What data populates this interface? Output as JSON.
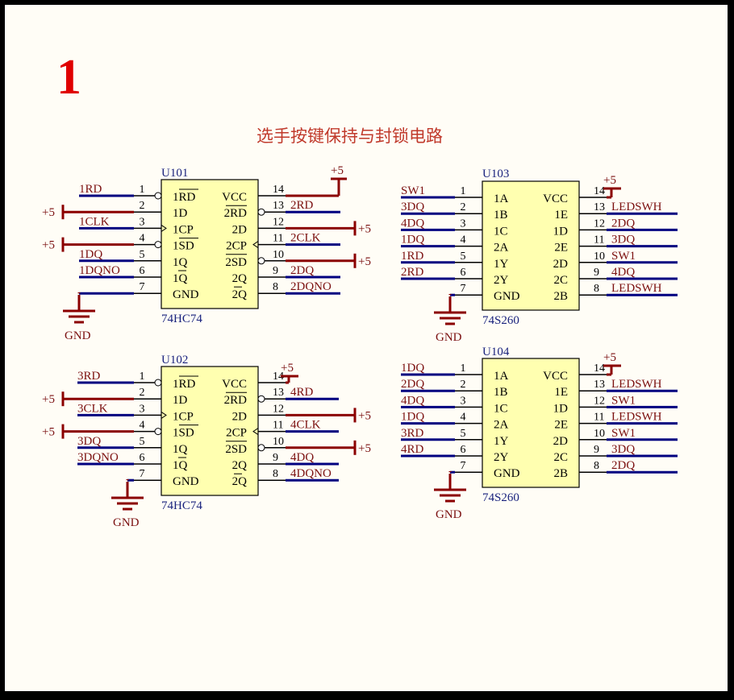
{
  "sheet": {
    "number": "1",
    "title": "选手按键保持与封锁电路"
  },
  "power": {
    "vcc": "+5",
    "gnd": "GND"
  },
  "chips": [
    {
      "ref": "U101",
      "part": "74HC74",
      "left_pins": [
        {
          "num": "1",
          "name": "1RD",
          "net": "1RD"
        },
        {
          "num": "2",
          "name": "1D",
          "net": "+5"
        },
        {
          "num": "3",
          "name": "1CP",
          "net": "1CLK"
        },
        {
          "num": "4",
          "name": "1SD",
          "net": "+5"
        },
        {
          "num": "5",
          "name": "1Q",
          "net": "1DQ"
        },
        {
          "num": "6",
          "name": "1Q",
          "net": "1DQNO"
        },
        {
          "num": "7",
          "name": "GND",
          "net": "GND"
        }
      ],
      "right_pins": [
        {
          "num": "14",
          "name": "VCC",
          "net": "+5"
        },
        {
          "num": "13",
          "name": "2RD",
          "net": "2RD"
        },
        {
          "num": "12",
          "name": "2D",
          "net": "+5"
        },
        {
          "num": "11",
          "name": "2CP",
          "net": "2CLK"
        },
        {
          "num": "10",
          "name": "2SD",
          "net": "+5"
        },
        {
          "num": "9",
          "name": "2Q",
          "net": "2DQ"
        },
        {
          "num": "8",
          "name": "2Q",
          "net": "2DQNO"
        }
      ]
    },
    {
      "ref": "U102",
      "part": "74HC74",
      "left_pins": [
        {
          "num": "1",
          "name": "1RD",
          "net": "3RD"
        },
        {
          "num": "2",
          "name": "1D",
          "net": "+5"
        },
        {
          "num": "3",
          "name": "1CP",
          "net": "3CLK"
        },
        {
          "num": "4",
          "name": "1SD",
          "net": "+5"
        },
        {
          "num": "5",
          "name": "1Q",
          "net": "3DQ"
        },
        {
          "num": "6",
          "name": "1Q",
          "net": "3DQNO"
        },
        {
          "num": "7",
          "name": "GND",
          "net": "GND"
        }
      ],
      "right_pins": [
        {
          "num": "14",
          "name": "VCC",
          "net": "+5"
        },
        {
          "num": "13",
          "name": "2RD",
          "net": "4RD"
        },
        {
          "num": "12",
          "name": "2D",
          "net": "+5"
        },
        {
          "num": "11",
          "name": "2CP",
          "net": "4CLK"
        },
        {
          "num": "10",
          "name": "2SD",
          "net": "+5"
        },
        {
          "num": "9",
          "name": "2Q",
          "net": "4DQ"
        },
        {
          "num": "8",
          "name": "2Q",
          "net": "4DQNO"
        }
      ]
    },
    {
      "ref": "U103",
      "part": "74S260",
      "left_pins": [
        {
          "num": "1",
          "name": "1A",
          "net": "SW1"
        },
        {
          "num": "2",
          "name": "1B",
          "net": "3DQ"
        },
        {
          "num": "3",
          "name": "1C",
          "net": "4DQ"
        },
        {
          "num": "4",
          "name": "2A",
          "net": "1DQ"
        },
        {
          "num": "5",
          "name": "1Y",
          "net": "1RD"
        },
        {
          "num": "6",
          "name": "2Y",
          "net": "2RD"
        },
        {
          "num": "7",
          "name": "GND",
          "net": "GND"
        }
      ],
      "right_pins": [
        {
          "num": "14",
          "name": "VCC",
          "net": "+5"
        },
        {
          "num": "13",
          "name": "1E",
          "net": "LEDSWH"
        },
        {
          "num": "12",
          "name": "1D",
          "net": "2DQ"
        },
        {
          "num": "11",
          "name": "2E",
          "net": "3DQ"
        },
        {
          "num": "10",
          "name": "2D",
          "net": "SW1"
        },
        {
          "num": "9",
          "name": "2C",
          "net": "4DQ"
        },
        {
          "num": "8",
          "name": "2B",
          "net": "LEDSWH"
        }
      ]
    },
    {
      "ref": "U104",
      "part": "74S260",
      "left_pins": [
        {
          "num": "1",
          "name": "1A",
          "net": "1DQ"
        },
        {
          "num": "2",
          "name": "1B",
          "net": "2DQ"
        },
        {
          "num": "3",
          "name": "1C",
          "net": "4DQ"
        },
        {
          "num": "4",
          "name": "2A",
          "net": "1DQ"
        },
        {
          "num": "5",
          "name": "1Y",
          "net": "3RD"
        },
        {
          "num": "6",
          "name": "2Y",
          "net": "4RD"
        },
        {
          "num": "7",
          "name": "GND",
          "net": "GND"
        }
      ],
      "right_pins": [
        {
          "num": "14",
          "name": "VCC",
          "net": "+5"
        },
        {
          "num": "13",
          "name": "1E",
          "net": "LEDSWH"
        },
        {
          "num": "12",
          "name": "1D",
          "net": "SW1"
        },
        {
          "num": "11",
          "name": "2E",
          "net": "LEDSWH"
        },
        {
          "num": "10",
          "name": "2D",
          "net": "SW1"
        },
        {
          "num": "9",
          "name": "2C",
          "net": "3DQ"
        },
        {
          "num": "8",
          "name": "2B",
          "net": "2DQ"
        }
      ]
    }
  ],
  "colors": {
    "sheet": "#fffdf6",
    "chip_fill": "#ffffb0",
    "wire": "#000080",
    "power_wire": "#8b0000",
    "net_label": "#7b1010",
    "ref_label": "#1a237e",
    "title": "#c0392b",
    "sheet_number": "#e00000"
  }
}
